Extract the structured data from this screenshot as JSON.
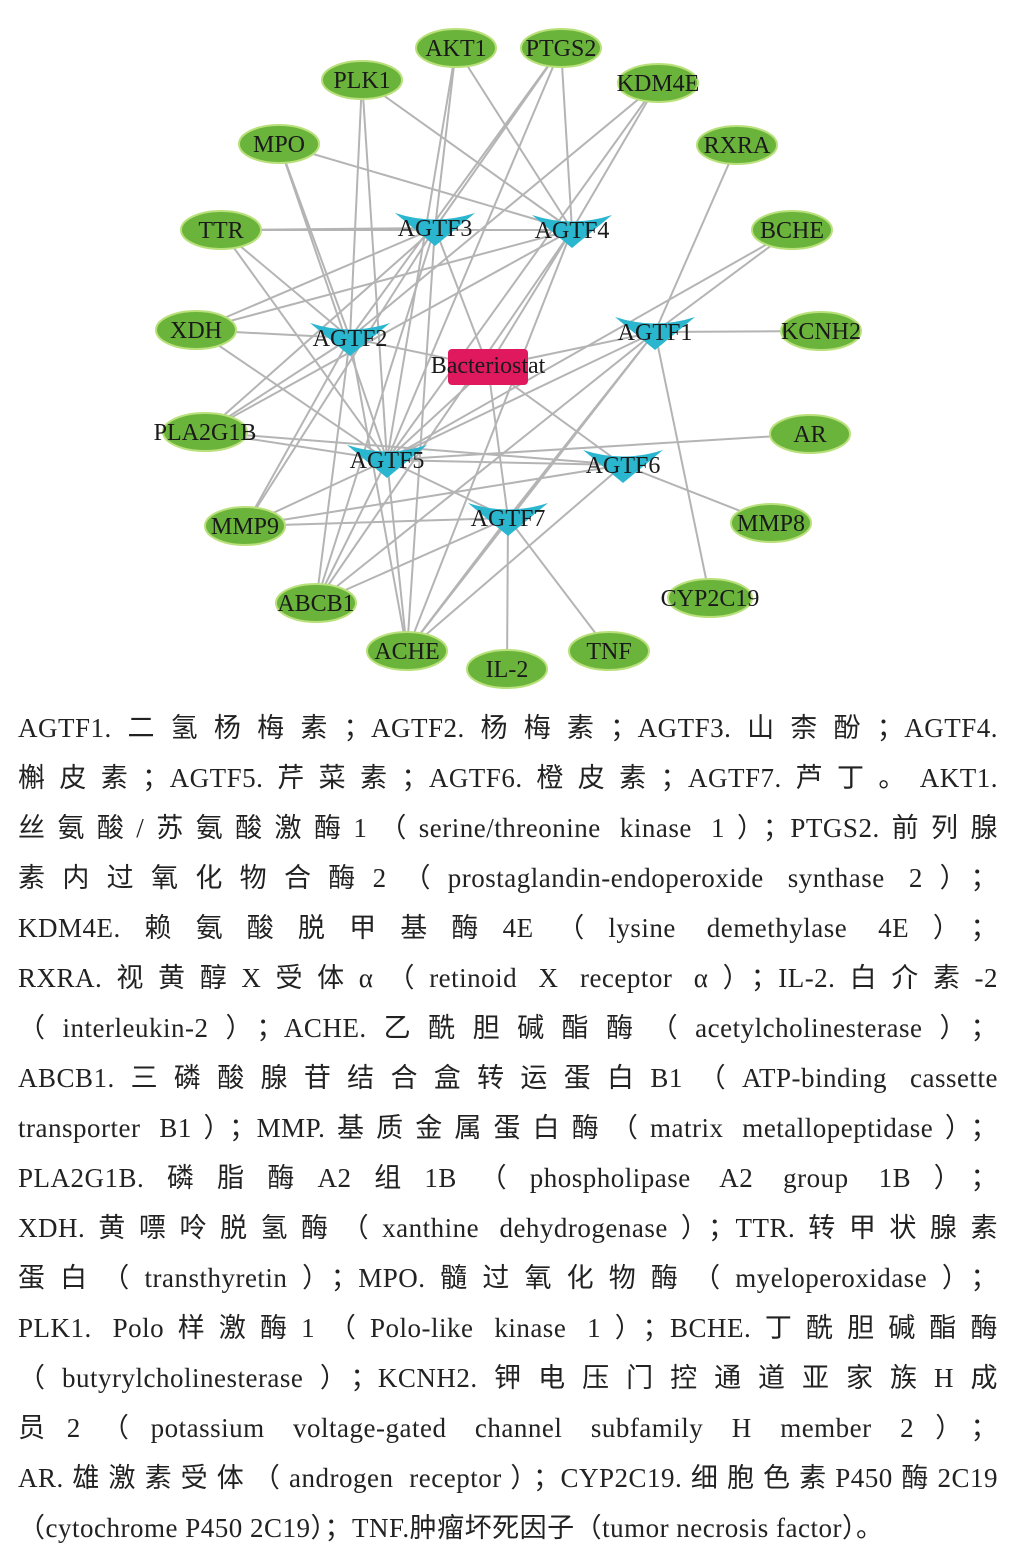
{
  "colors": {
    "target": "#6ab43c",
    "compound": "#2bb6cf",
    "center": "#e0195f",
    "edge": "#b4b4b4"
  },
  "center": "Bacteriostat",
  "compounds": [
    "AGTF1",
    "AGTF2",
    "AGTF3",
    "AGTF4",
    "AGTF5",
    "AGTF6",
    "AGTF7"
  ],
  "targets": [
    "AKT1",
    "PTGS2",
    "PLK1",
    "KDM4E",
    "MPO",
    "RXRA",
    "TTR",
    "BCHE",
    "XDH",
    "KCNH2",
    "PLA2G1B",
    "AR",
    "MMP9",
    "MMP8",
    "ABCB1",
    "CYP2C19",
    "ACHE",
    "IL-2",
    "TNF"
  ],
  "edges": [
    [
      "Bacteriostat",
      "AGTF1"
    ],
    [
      "Bacteriostat",
      "AGTF2"
    ],
    [
      "Bacteriostat",
      "AGTF3"
    ],
    [
      "Bacteriostat",
      "AGTF4"
    ],
    [
      "Bacteriostat",
      "AGTF5"
    ],
    [
      "Bacteriostat",
      "AGTF6"
    ],
    [
      "Bacteriostat",
      "AGTF7"
    ],
    [
      "AGTF1",
      "KCNH2"
    ],
    [
      "AGTF1",
      "RXRA"
    ],
    [
      "AGTF1",
      "BCHE"
    ],
    [
      "AGTF1",
      "CYP2C19"
    ],
    [
      "AGTF1",
      "AGTF5"
    ],
    [
      "AGTF1",
      "ACHE"
    ],
    [
      "AGTF1",
      "ABCB1"
    ],
    [
      "AGTF2",
      "MPO"
    ],
    [
      "AGTF2",
      "PLK1"
    ],
    [
      "AGTF2",
      "TTR"
    ],
    [
      "AGTF2",
      "XDH"
    ],
    [
      "AGTF2",
      "MMP9"
    ],
    [
      "AGTF2",
      "PLA2G1B"
    ],
    [
      "AGTF2",
      "ACHE"
    ],
    [
      "AGTF2",
      "ABCB1"
    ],
    [
      "AGTF2",
      "PTGS2"
    ],
    [
      "AGTF2",
      "KDM4E"
    ],
    [
      "AGTF3",
      "TTR"
    ],
    [
      "AGTF3",
      "AKT1"
    ],
    [
      "AGTF3",
      "PTGS2"
    ],
    [
      "AGTF3",
      "XDH"
    ],
    [
      "AGTF3",
      "PLA2G1B"
    ],
    [
      "AGTF3",
      "MMP9"
    ],
    [
      "AGTF3",
      "ABCB1"
    ],
    [
      "AGTF3",
      "ACHE"
    ],
    [
      "AGTF4",
      "AKT1"
    ],
    [
      "AGTF4",
      "PTGS2"
    ],
    [
      "AGTF4",
      "KDM4E"
    ],
    [
      "AGTF4",
      "PLK1"
    ],
    [
      "AGTF4",
      "MPO"
    ],
    [
      "AGTF4",
      "TTR"
    ],
    [
      "AGTF4",
      "XDH"
    ],
    [
      "AGTF4",
      "PLA2G1B"
    ],
    [
      "AGTF4",
      "ABCB1"
    ],
    [
      "AGTF4",
      "ACHE"
    ],
    [
      "AGTF5",
      "XDH"
    ],
    [
      "AGTF5",
      "TTR"
    ],
    [
      "AGTF5",
      "PLA2G1B"
    ],
    [
      "AGTF5",
      "AR"
    ],
    [
      "AGTF5",
      "ACHE"
    ],
    [
      "AGTF5",
      "ABCB1"
    ],
    [
      "AGTF5",
      "MMP9"
    ],
    [
      "AGTF5",
      "AKT1"
    ],
    [
      "AGTF5",
      "PTGS2"
    ],
    [
      "AGTF5",
      "KDM4E"
    ],
    [
      "AGTF5",
      "PLK1"
    ],
    [
      "AGTF5",
      "MPO"
    ],
    [
      "AGTF5",
      "AGTF7"
    ],
    [
      "AGTF5",
      "BCHE"
    ],
    [
      "AGTF6",
      "MMP8"
    ],
    [
      "AGTF6",
      "MMP9"
    ],
    [
      "AGTF6",
      "ACHE"
    ],
    [
      "AGTF6",
      "PLA2G1B"
    ],
    [
      "AGTF6",
      "AGTF5"
    ],
    [
      "AGTF7",
      "IL-2"
    ],
    [
      "AGTF7",
      "TNF"
    ],
    [
      "AGTF7",
      "ACHE"
    ],
    [
      "AGTF7",
      "ABCB1"
    ],
    [
      "AGTF7",
      "MMP9"
    ],
    [
      "AGTF7",
      "AGTF1"
    ]
  ],
  "caption_lines": [
    "AGTF1.二氢杨梅素；AGTF2.杨梅素；AGTF3.山柰酚；AGTF4.",
    "槲皮素；AGTF5.芹菜素；AGTF6.橙皮素；AGTF7.芦丁。AKT1.",
    "丝氨酸/苏氨酸激酶1（serine/threonine kinase 1）；PTGS2.前列腺",
    "素内过氧化物合酶2（prostaglandin-endoperoxide synthase 2）；",
    "KDM4E.赖氨酸脱甲基酶4E（lysine demethylase 4E）；",
    "RXRA.视黄醇X受体α（retinoid X receptor α）；IL-2.白介素-2",
    "（interleukin-2）；ACHE.乙酰胆碱酯酶（acetylcholinesterase）；",
    "ABCB1.三磷酸腺苷结合盒转运蛋白B1（ATP-binding cassette",
    "transporter B1）；MMP.基质金属蛋白酶（matrix metallopeptidase）；",
    "PLA2G1B.磷脂酶A2组1B（phospholipase A2 group 1B）；",
    "XDH.黄嘌呤脱氢酶（xanthine dehydrogenase）；TTR.转甲状腺素",
    "蛋白（transthyretin）；MPO.髓过氧化物酶（myeloperoxidase）；",
    "PLK1. Polo样激酶1（Polo-like kinase 1）；BCHE.丁酰胆碱酯酶",
    "（butyrylcholinesterase）；KCNH2.钾电压门控通道亚家族H成",
    "员2（potassium voltage-gated channel subfamily H member 2）；",
    "AR.雄激素受体（androgen receptor）；CYP2C19.细胞色素P450酶2C19",
    "（cytochrome P450 2C19）；TNF.肿瘤坏死因子（tumor necrosis factor）。"
  ]
}
